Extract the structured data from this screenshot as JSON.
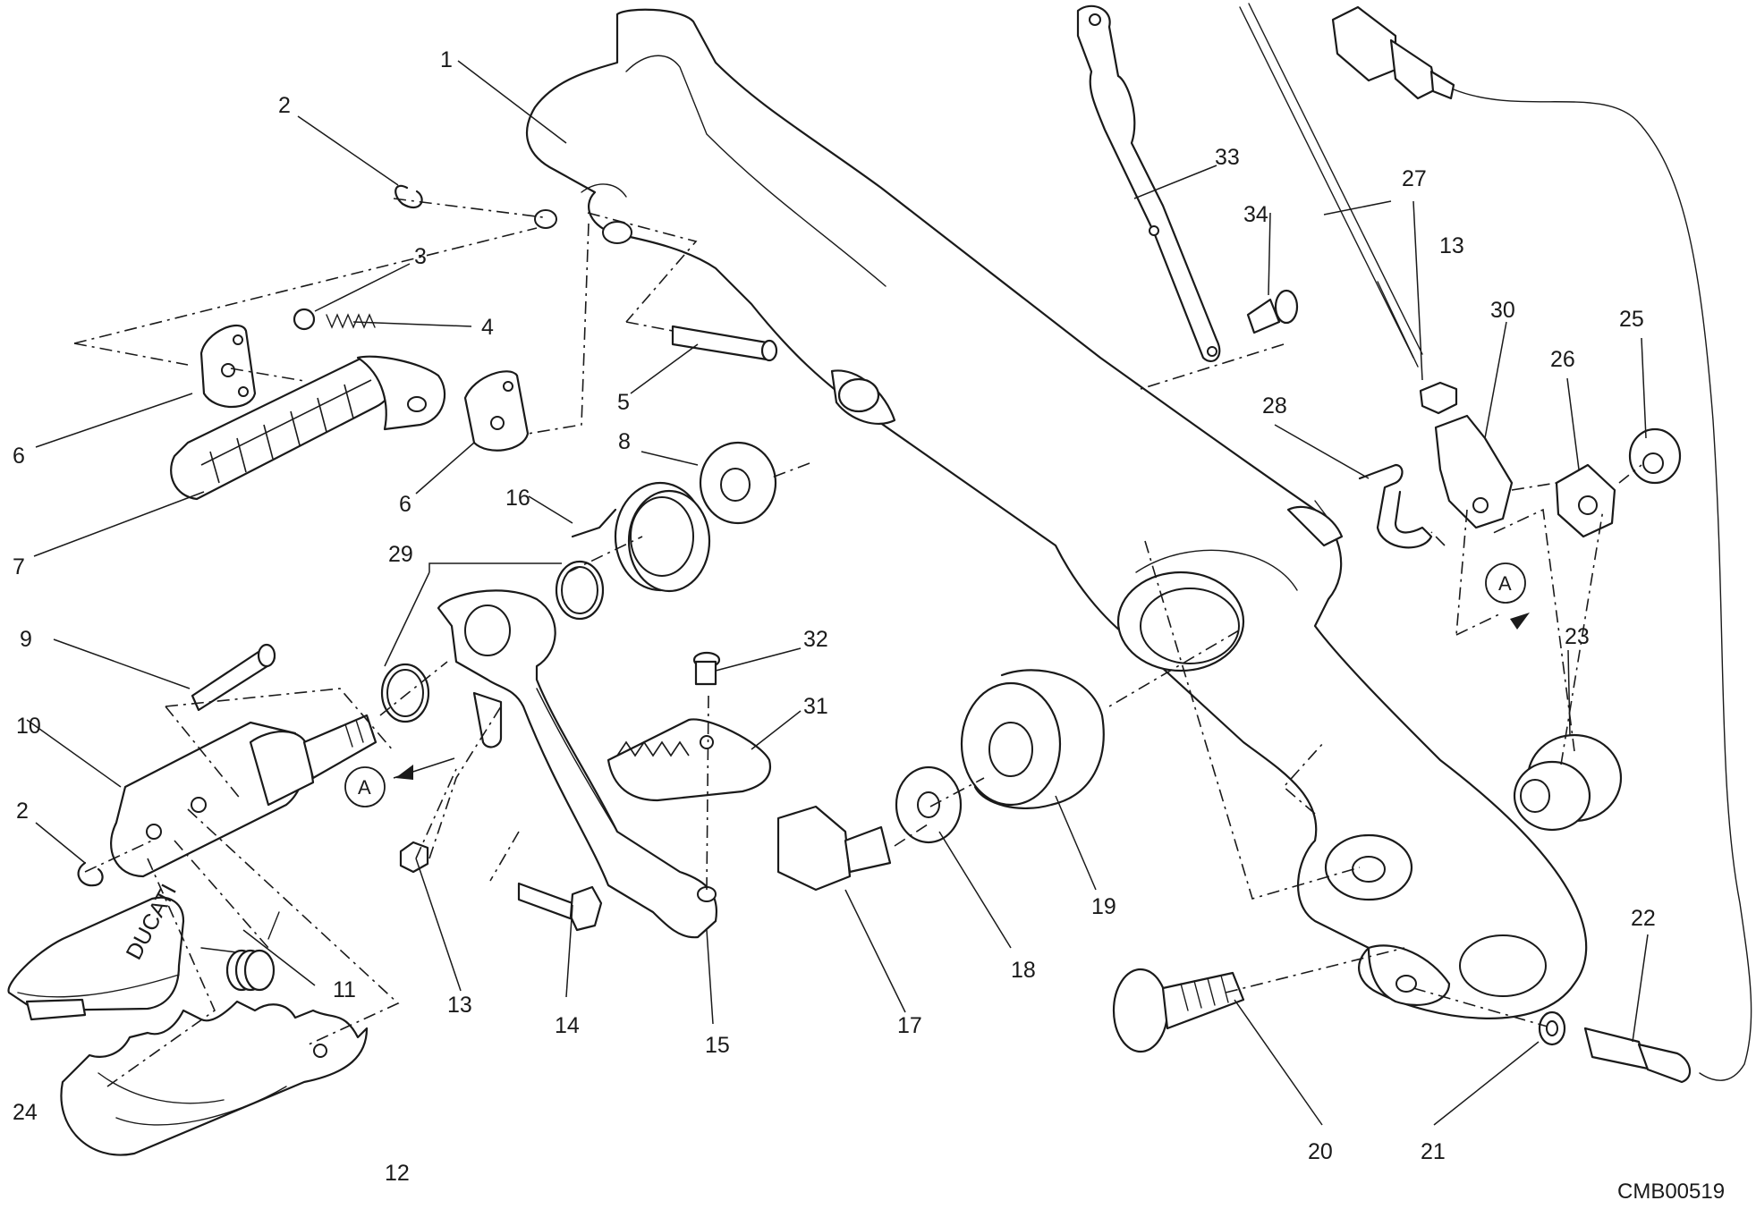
{
  "diagram_code": "CMB00519",
  "callouts": [
    "1",
    "2",
    "3",
    "4",
    "5",
    "6",
    "7",
    "8",
    "9",
    "10",
    "11",
    "12",
    "13",
    "14",
    "15",
    "16",
    "17",
    "18",
    "19",
    "20",
    "21",
    "22",
    "23",
    "24",
    "25",
    "26",
    "27",
    "28",
    "29",
    "30",
    "31",
    "32",
    "33",
    "34"
  ],
  "callout_extra": {
    "label_2b": "2",
    "label_6b": "6",
    "label_13b": "13"
  },
  "ref_marker": "A",
  "footpeg_brand": "DUCATI"
}
